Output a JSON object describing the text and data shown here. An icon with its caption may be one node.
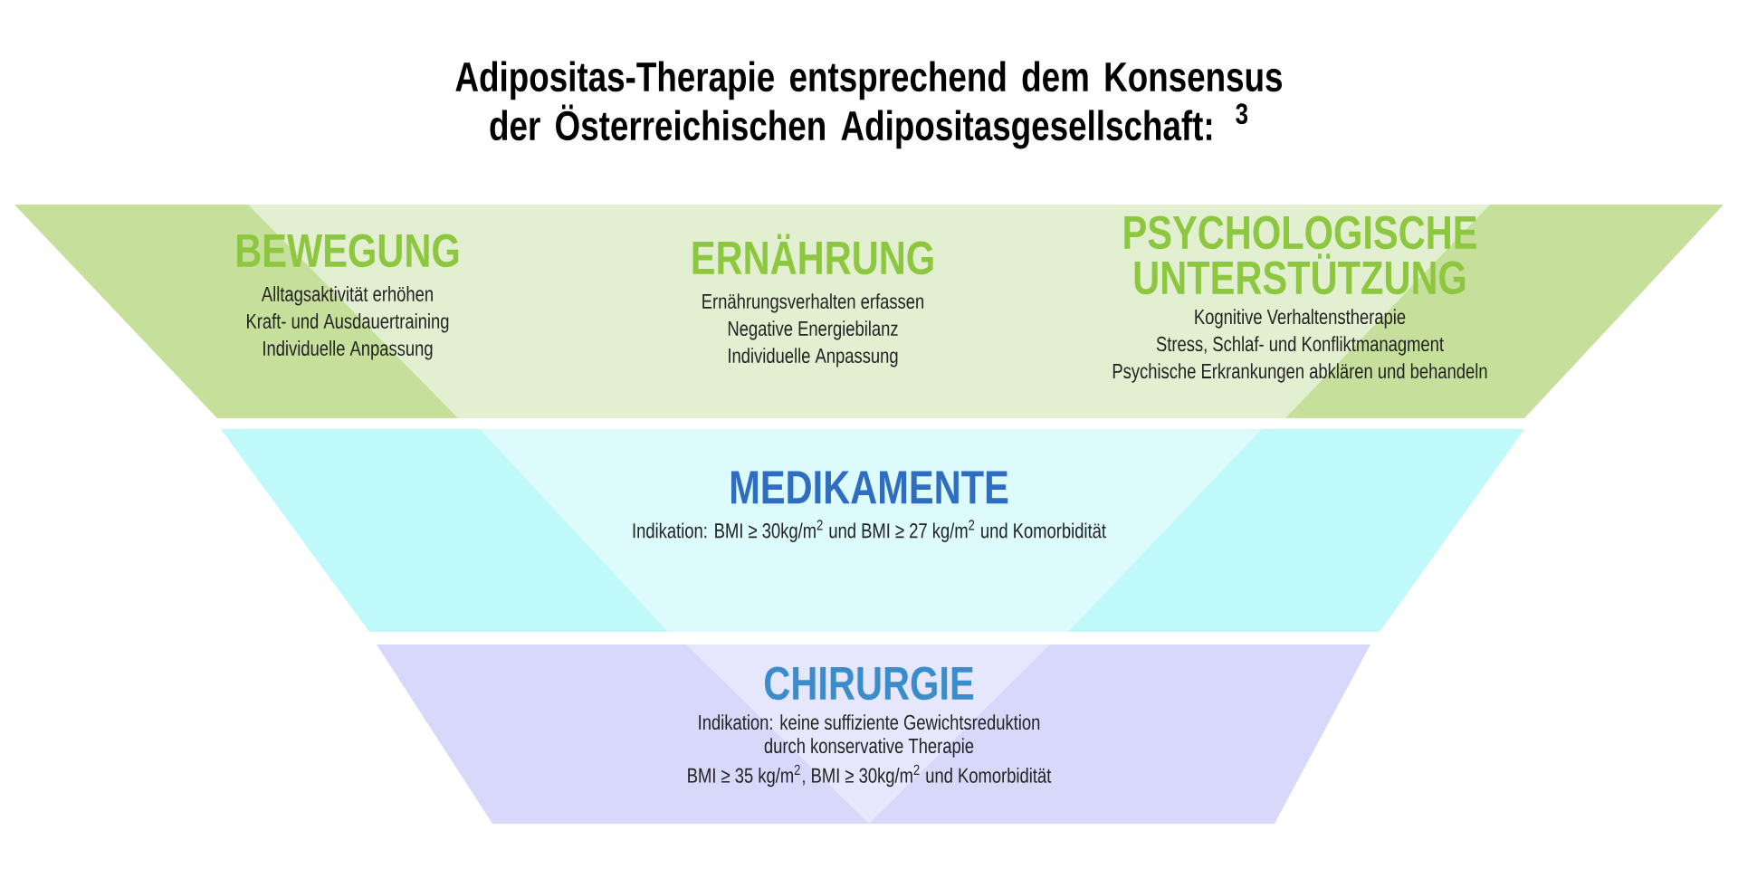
{
  "diagram": {
    "title": "Adipositas-Therapie entsprechend dem Konsensus der Österreichischen Adipositasgesellschaft: $^{3}$",
    "nodes": [
      {
        "text": [],
        "shape": "band"
      },
      {
        "text": [
          "BEWEGUNG",
          "Alltagsaktivität erhöhen",
          "Kraft- und Ausdauertraining",
          "Individuelle Anpassung"
        ],
        "in": 0
      },
      {
        "text": [
          "ERNÄHRUNG",
          "Ernährungsverhalten erfassen",
          "Negative Energiebilanz",
          "Individuelle Anpassung"
        ],
        "in": 0
      },
      {
        "text": [
          "PSYCHOLOGISCHE UNTERSTÜTZUNG",
          "Kognitive Verhaltenstherapie",
          "Stress, Schlaf- und Konfliktmanagment",
          "Psychische Erkrankungen abklären und behandeln"
        ],
        "in": 0
      },
      {
        "text": [
          "MEDIKAMENTE",
          "Indikation: BMI ≥ 30kg/m$^{2}$ und BMI ≥ 27 kg/m$^{2}$ und Komorbidität"
        ]
      },
      {
        "text": [
          "CHIRURGIE",
          "Indikation: keine suffiziente Gewichtsreduktion durch konservative Therapie",
          "BMI ≥ 35 kg/m$^{2}$, BMI ≥ 30kg/m$^{2}$ und Komorbidität"
        ]
      }
    ],
    "edges": []
  }
}
